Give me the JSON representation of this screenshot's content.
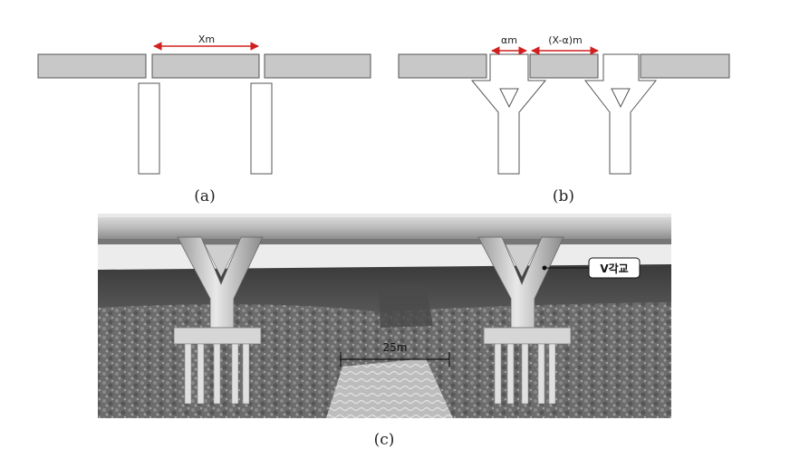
{
  "figure_a": {
    "span_label": "Xm",
    "caption": "(a)"
  },
  "figure_b": {
    "span_alpha_label": "αm",
    "span_rest_label": "(X-α)m",
    "caption": "(b)"
  },
  "figure_c": {
    "callout_label": "V각교",
    "dimension_label": "25m",
    "caption": "(c)"
  },
  "colors": {
    "deck_fill": "#c8c8c8",
    "dimension_red": "#d0201f",
    "outline": "#555555"
  }
}
